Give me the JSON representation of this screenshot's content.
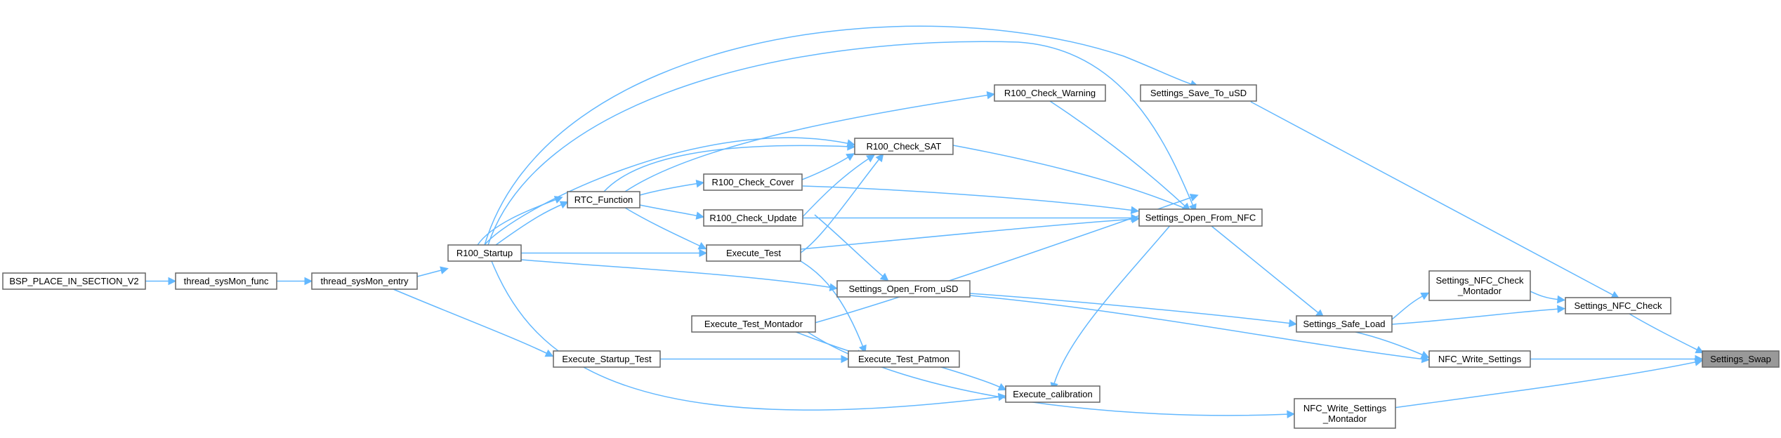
{
  "graph": {
    "nodes": {
      "bsp": [
        "BSP_PLACE_IN_SECTION_V2"
      ],
      "thread_func": [
        "thread_sysMon_func"
      ],
      "thread_entry": [
        "thread_sysMon_entry"
      ],
      "r100_startup": [
        "R100_Startup"
      ],
      "rtc_function": [
        "RTC_Function"
      ],
      "execute_startup_test": [
        "Execute_Startup_Test"
      ],
      "r100_check_cover": [
        "R100_Check_Cover"
      ],
      "r100_check_update": [
        "R100_Check_Update"
      ],
      "execute_test": [
        "Execute_Test"
      ],
      "execute_test_montador": [
        "Execute_Test_Montador"
      ],
      "execute_test_patmon": [
        "Execute_Test_Patmon"
      ],
      "r100_check_sat": [
        "R100_Check_SAT"
      ],
      "settings_open_from_usd": [
        "Settings_Open_From_uSD"
      ],
      "r100_check_warning": [
        "R100_Check_Warning"
      ],
      "execute_calibration": [
        "Execute_calibration"
      ],
      "settings_save_to_usd": [
        "Settings_Save_To_uSD"
      ],
      "settings_open_from_nfc": [
        "Settings_Open_From_NFC"
      ],
      "nfc_write_settings_montador": [
        "NFC_Write_Settings",
        "_Montador"
      ],
      "settings_safe_load": [
        "Settings_Safe_Load"
      ],
      "settings_nfc_check_montador": [
        "Settings_NFC_Check",
        "_Montador"
      ],
      "nfc_write_settings": [
        "NFC_Write_Settings"
      ],
      "settings_nfc_check": [
        "Settings_NFC_Check"
      ],
      "settings_swap": [
        "Settings_Swap"
      ]
    },
    "colors": {
      "edge": "#63b8ff",
      "node_border": "#666666",
      "node_fill": "#ffffff",
      "root_fill": "#999999"
    }
  }
}
